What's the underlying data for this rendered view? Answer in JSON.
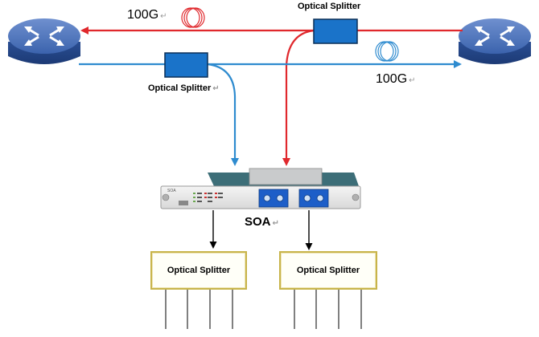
{
  "links": {
    "top_speed": "100G",
    "bottom_speed": "100G"
  },
  "splitters": {
    "top_label": "Optical Splitter",
    "inline_label": "Optical Splitter",
    "left_out_label": "Optical Splitter",
    "right_out_label": "Optical Splitter"
  },
  "device": {
    "label": "SOA",
    "panel_tag": "SOA"
  },
  "return_mark": "↵",
  "colors": {
    "red_link": "#e0282d",
    "blue_link": "#2e8bcf",
    "router_body": "#2e56a0",
    "splitter_box": "#1a73c9",
    "output_box_border": "#c8b44a"
  }
}
